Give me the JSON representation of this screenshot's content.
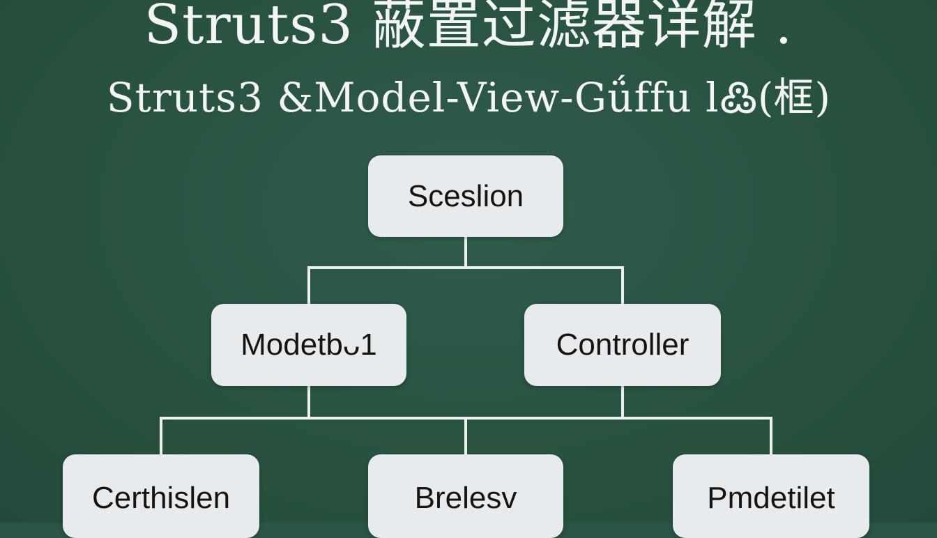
{
  "header": {
    "title": "Struts3 蔽置过滤器详解  .",
    "subtitle": "Struts3  &Model-View-Gǘffu l߷(框)"
  },
  "diagram": {
    "root": {
      "label": "Sceslion"
    },
    "level1": [
      {
        "label": "Modetbᴗ1"
      },
      {
        "label": "Controller"
      }
    ],
    "level2": [
      {
        "label": "Certhislen"
      },
      {
        "label": "Brelesv"
      },
      {
        "label": "Pmdetilet"
      }
    ]
  },
  "colors": {
    "background": "#2a5446",
    "node_fill": "#e8ebee",
    "connector": "#eef0ee",
    "text_light": "#f3f5f2",
    "text_dark": "#141414"
  }
}
